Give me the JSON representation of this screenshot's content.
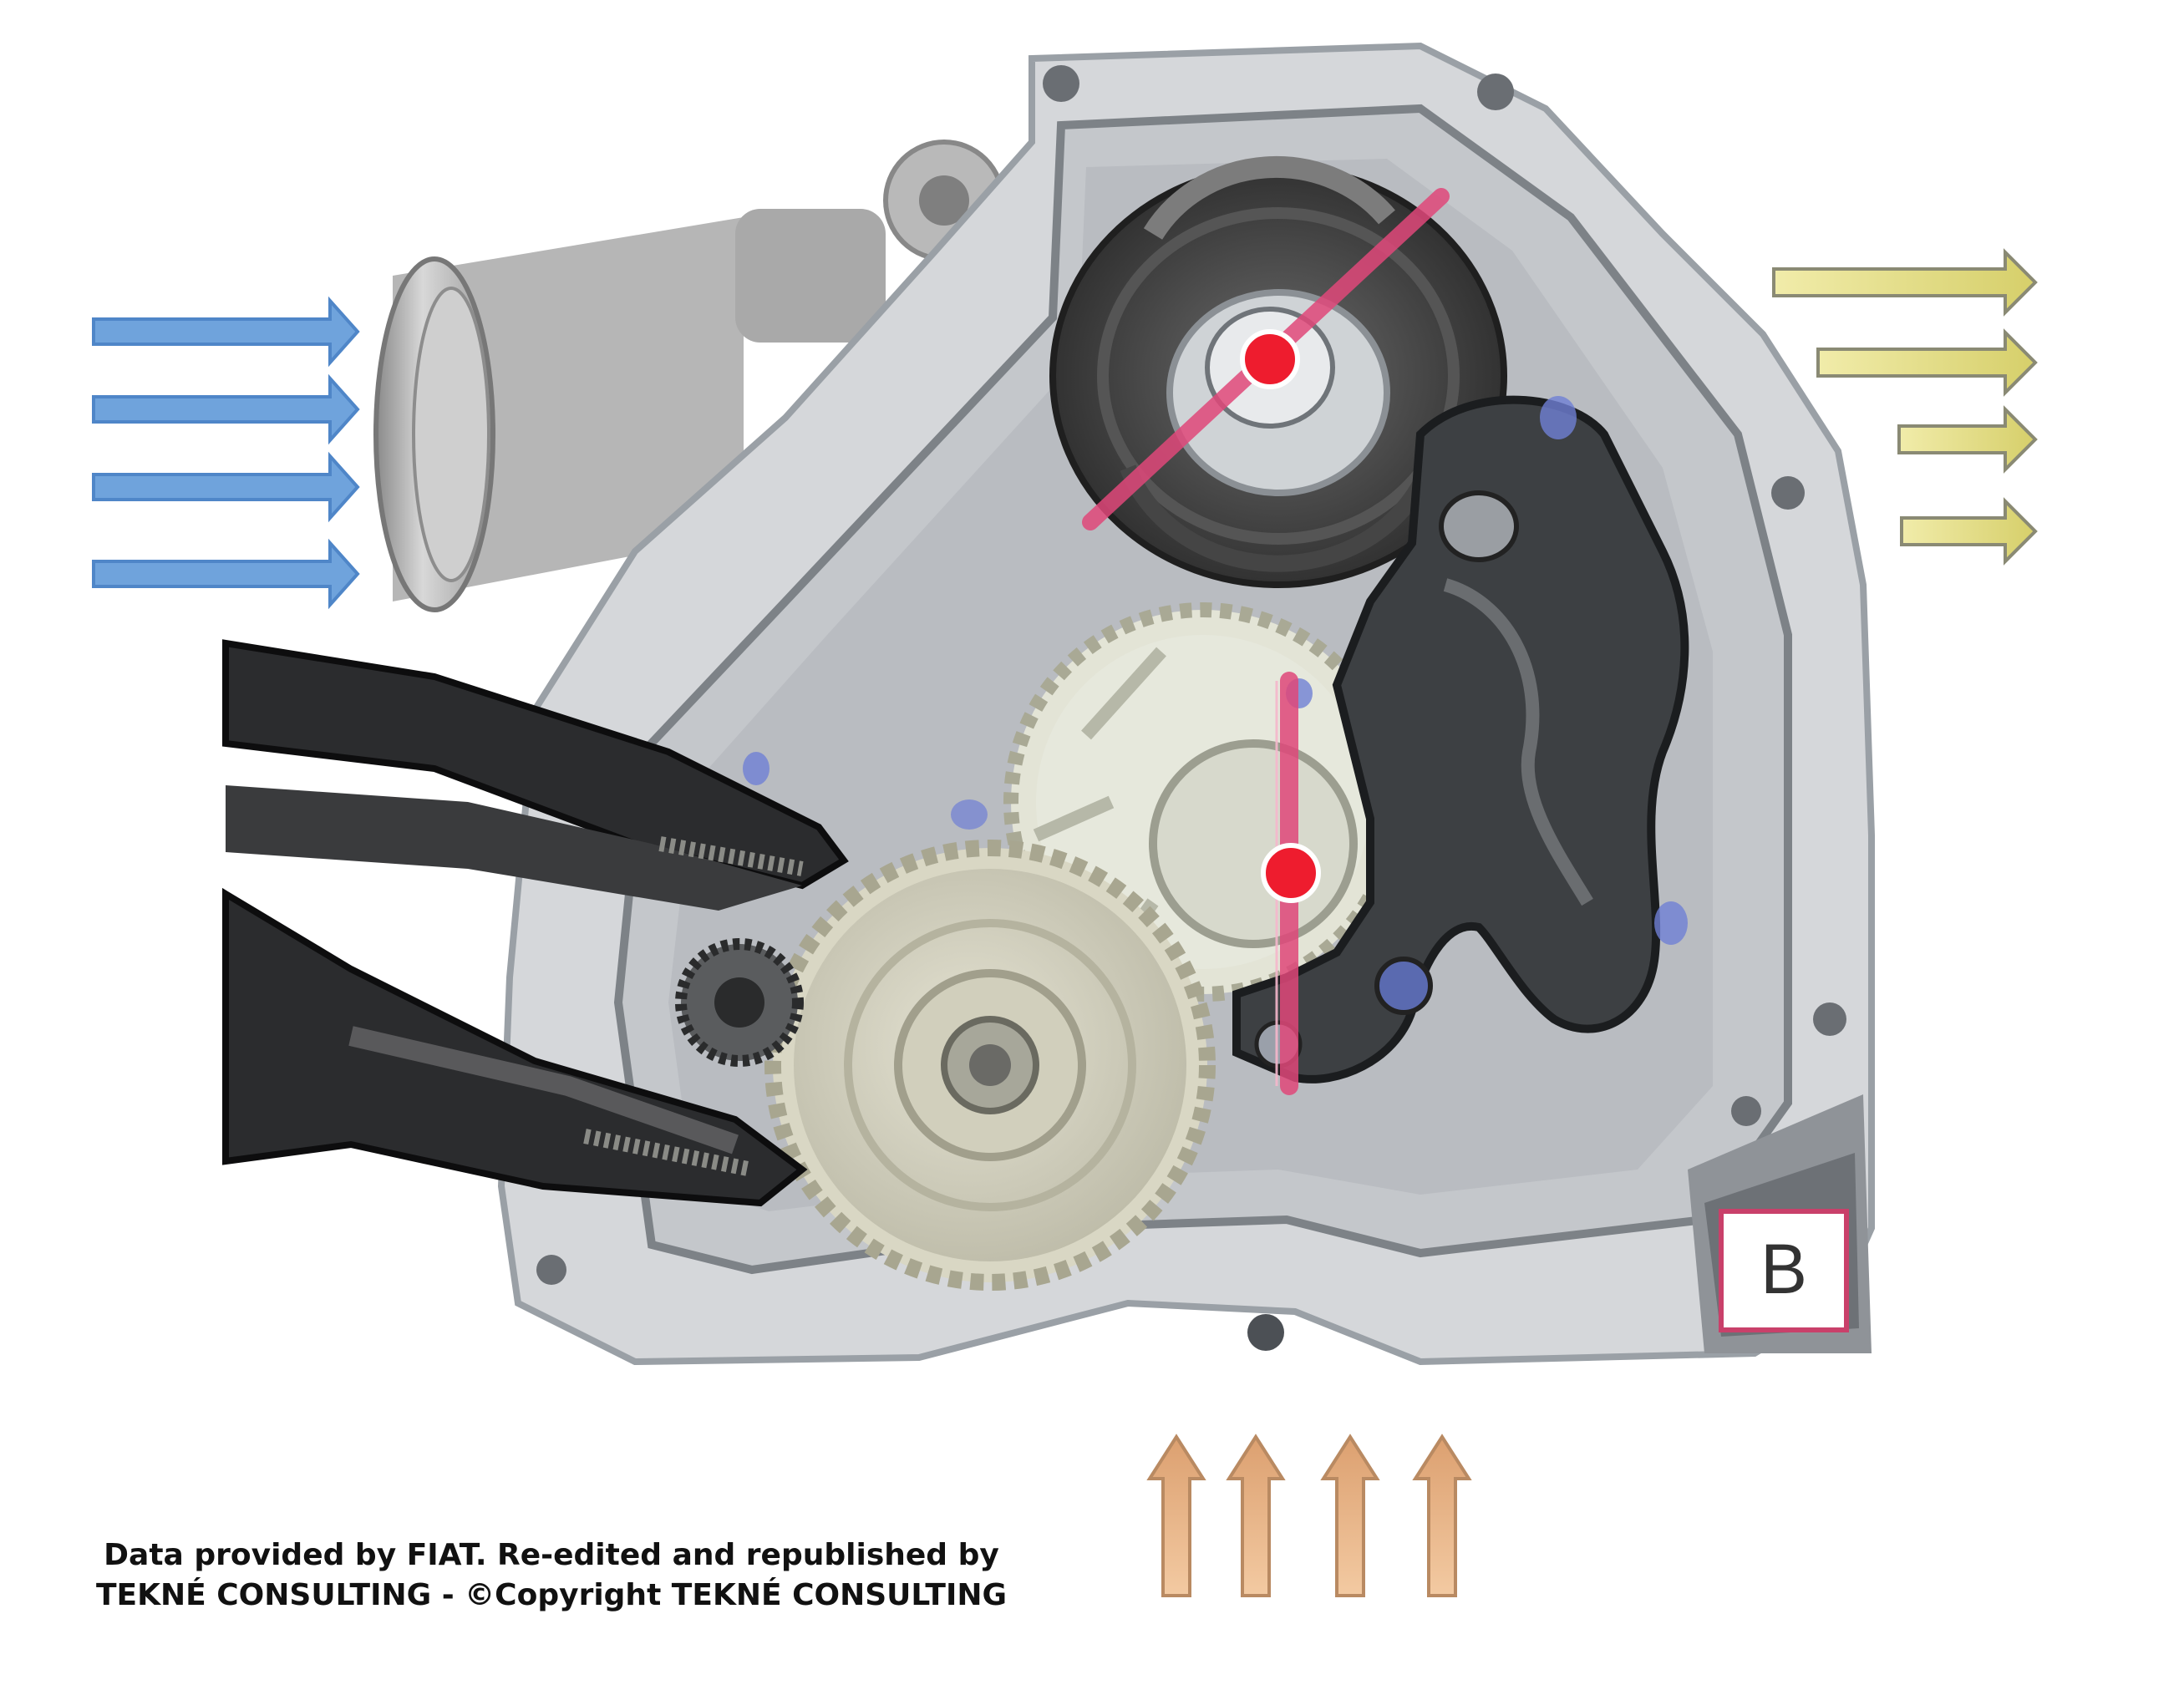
{
  "label_b": "B",
  "credit": {
    "line1": "Data provided by FIAT. Re-edited and republished by",
    "line2": "TEKNÉ CONSULTING - ©Copyright TEKNÉ CONSULTING"
  },
  "colors": {
    "inlet_arrows": "#6fa3dc",
    "outlet_arrows": "#e6e08c",
    "bottom_arrows": "#e9b487",
    "marker_red": "#ee1c2e",
    "marker_line": "#e0487a",
    "label_border": "#c9406a"
  }
}
